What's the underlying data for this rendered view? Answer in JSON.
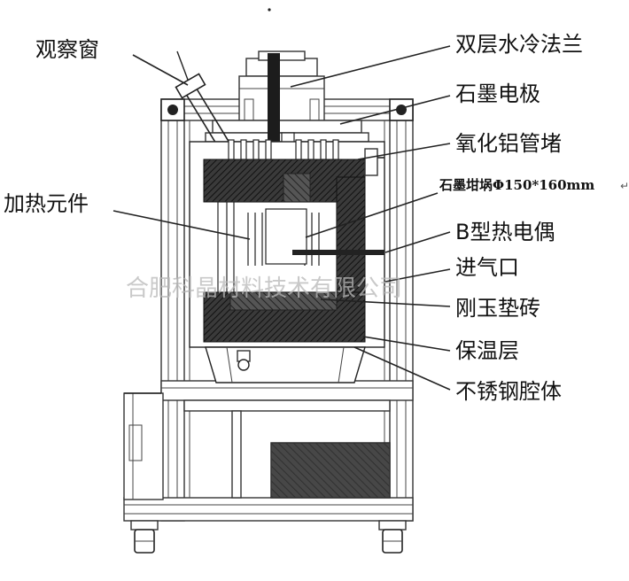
{
  "labels": {
    "observation_window": "观察窗",
    "heating_element": "加热元件",
    "double_water_cooled_flange": "双层水冷法兰",
    "graphite_electrode": "石墨电极",
    "alumina_tube_plug": "氧化铝管堵",
    "graphite_crucible": "石墨坩埚Φ150*160mm",
    "b_type_thermocouple": "B型热电偶",
    "gas_inlet": "进气口",
    "corundum_brick": "刚玉垫砖",
    "insulation_layer": "保温层",
    "stainless_steel_chamber": "不锈钢腔体"
  },
  "watermark": "合肥科晶材料技术有限公司",
  "colors": {
    "line": "#222222",
    "insulation": "#2a2a2a",
    "watermark": "#b8b8b8"
  }
}
